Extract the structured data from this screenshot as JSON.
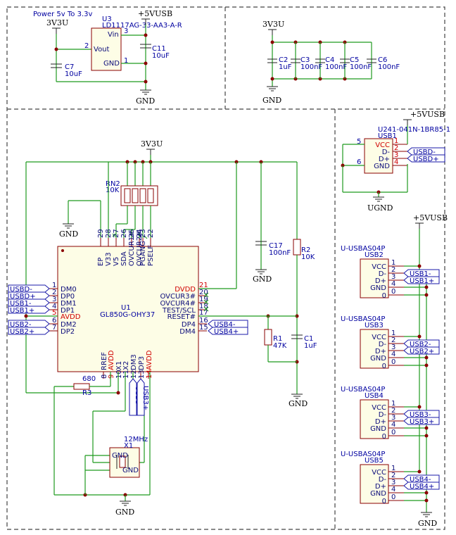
{
  "power": {
    "note": "Power 5v To 3.3v",
    "v5": "+5VUSB",
    "v33": "3V3U",
    "gnd": "GND",
    "ugnd": "UGND"
  },
  "u3": {
    "ref": "U3",
    "value": "LD1117AG-33-AA3-A-R",
    "pins": {
      "vin": {
        "name": "Vin",
        "num": "3"
      },
      "vout": {
        "name": "Vout",
        "num": "2"
      },
      "gnd": {
        "name": "GND",
        "num": "1"
      }
    }
  },
  "caps": {
    "c7": {
      "ref": "C7",
      "value": "10uF"
    },
    "c11": {
      "ref": "C11",
      "value": "10uF"
    },
    "c2": {
      "ref": "C2",
      "value": "1uF"
    },
    "c3": {
      "ref": "C3",
      "value": "100nF"
    },
    "c4": {
      "ref": "C4",
      "value": "100nF"
    },
    "c5": {
      "ref": "C5",
      "value": "100nF"
    },
    "c6": {
      "ref": "C6",
      "value": "100nF"
    },
    "c17": {
      "ref": "C17",
      "value": "100nF"
    },
    "c1": {
      "ref": "C1",
      "value": "1uF"
    }
  },
  "resistors": {
    "rn2": {
      "ref": "RN2",
      "value": "10K"
    },
    "r2": {
      "ref": "R2",
      "value": "10K"
    },
    "r1": {
      "ref": "R1",
      "value": "47K"
    },
    "r3": {
      "ref": "R3",
      "value": "680"
    }
  },
  "u1": {
    "ref": "U1",
    "value": "GL850G-OHY37",
    "top_pins": [
      {
        "name": "EP",
        "num": "29"
      },
      {
        "name": "V33",
        "num": "28"
      },
      {
        "name": "V5",
        "num": "27"
      },
      {
        "name": "SDA",
        "num": "26"
      },
      {
        "name": "OVCUR1#",
        "num": "25"
      },
      {
        "name": "OVCUR2#",
        "num": "24"
      },
      {
        "name": "PGANG",
        "num": "23"
      },
      {
        "name": "PSELF",
        "num": "22"
      }
    ],
    "left_pins": [
      {
        "name": "DM0",
        "num": "1"
      },
      {
        "name": "DP0",
        "num": "2"
      },
      {
        "name": "DM1",
        "num": "3"
      },
      {
        "name": "DP1",
        "num": "4"
      },
      {
        "name": "AVDD",
        "num": "5"
      },
      {
        "name": "DM2",
        "num": "6"
      },
      {
        "name": "DP2",
        "num": "7"
      }
    ],
    "right_pins": [
      {
        "name": "DVDD",
        "num": "21"
      },
      {
        "name": "OVCUR3#",
        "num": "20"
      },
      {
        "name": "OVCUR4#",
        "num": "19"
      },
      {
        "name": "TEST/SCL",
        "num": "18"
      },
      {
        "name": "RESET#",
        "num": "17"
      },
      {
        "name": "DP4",
        "num": "16"
      },
      {
        "name": "DM4",
        "num": "15"
      }
    ],
    "bottom_pins": [
      {
        "name": "RREF",
        "num": "8"
      },
      {
        "name": "AVDD",
        "num": "9"
      },
      {
        "name": "X1",
        "num": "10"
      },
      {
        "name": "X2",
        "num": "11"
      },
      {
        "name": "DM3",
        "num": "12"
      },
      {
        "name": "DP3",
        "num": "13"
      },
      {
        "name": "AVDD",
        "num": "14"
      }
    ]
  },
  "crystal": {
    "ref": "X1",
    "value": "12MHz",
    "gnd": "GND"
  },
  "usb1": {
    "part": "U241-041N-1BR85-1",
    "ref": "USB1",
    "pins": [
      {
        "name": "VCC",
        "num": "1"
      },
      {
        "name": "D-",
        "num": "2"
      },
      {
        "name": "D+",
        "num": "3"
      },
      {
        "name": "GND",
        "num": "4"
      }
    ],
    "shield": "5",
    "shield2": "6",
    "labels": [
      "USBD-",
      "USBD+"
    ]
  },
  "ports": [
    {
      "part": "U-USBAS04P",
      "ref": "USB2",
      "labels": [
        "USB1-",
        "USB1+"
      ]
    },
    {
      "part": "U-USBAS04P",
      "ref": "USB3",
      "labels": [
        "USB2-",
        "USB2+"
      ]
    },
    {
      "part": "U-USBAS04P",
      "ref": "USB4",
      "labels": [
        "USB3-",
        "USB3+"
      ]
    },
    {
      "part": "U-USBAS04P",
      "ref": "USB5",
      "labels": [
        "USB4-",
        "USB4+"
      ]
    }
  ],
  "port_pins": [
    {
      "name": "VCC",
      "num": "1"
    },
    {
      "name": "D-",
      "num": "2"
    },
    {
      "name": "D+",
      "num": "3"
    },
    {
      "name": "GND",
      "num": "4"
    },
    {
      "name": "0",
      "num": "0"
    }
  ],
  "left_labels": [
    "USBD-",
    "USBD+",
    "USB1-",
    "USB1+",
    "USB2-",
    "USB2+"
  ],
  "right_labels": [
    "USB4-",
    "USB4+"
  ],
  "bottom_labels": [
    "USB3-",
    "USB3+"
  ]
}
